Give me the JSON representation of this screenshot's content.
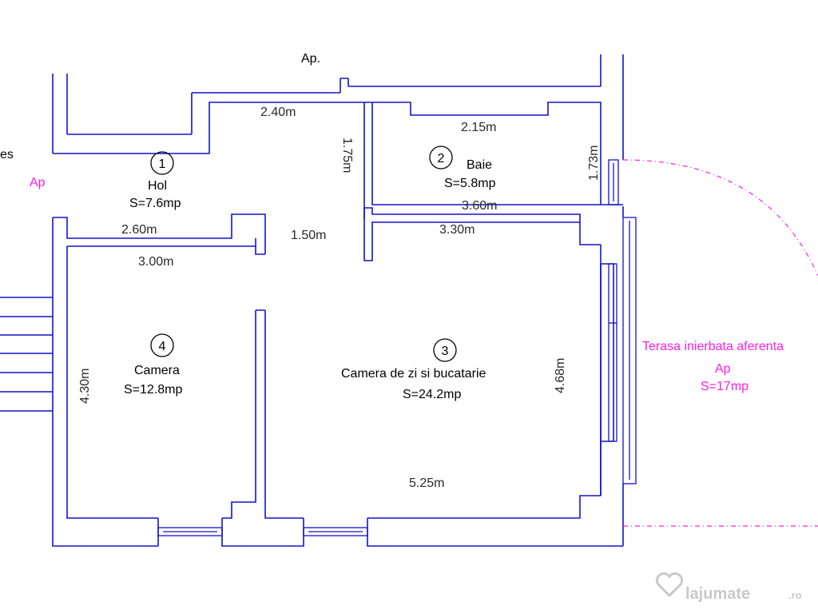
{
  "neighbors": {
    "top_apartment_label": "Ap. ",
    "left_label_fragment": "es",
    "left_apartment_label": "Ap"
  },
  "rooms": [
    {
      "number": "1",
      "name": "Hol",
      "area": "S=7.6mp"
    },
    {
      "number": "2",
      "name": "Baie",
      "area": "S=5.8mp"
    },
    {
      "number": "3",
      "name": "Camera de zi si bucatarie",
      "area": "S=24.2mp"
    },
    {
      "number": "4",
      "name": "Camera",
      "area": "S=12.8mp"
    }
  ],
  "dimensions": {
    "hol_top_width": "2.40m",
    "hol_height": "1.75m",
    "baie_top_width": "2.15m",
    "baie_height": "1.73m",
    "baie_bottom_width": "3.60m",
    "hol_bottom_width": "2.60m",
    "corridor_width": "1.50m",
    "living_top_width": "3.30m",
    "camera_top_width": "3.00m",
    "camera_height": "4.30m",
    "living_height": "4.68m",
    "living_bottom_width": "5.25m"
  },
  "terrace": {
    "title": "Terasa inierbata aferenta",
    "apartment_label": "Ap",
    "area": "S=17mp"
  },
  "watermark": {
    "text": "lajumate",
    "suffix": ".ro"
  },
  "colors": {
    "walls": "#1414c8",
    "terrace": "#ff1ee6",
    "text": "#000000"
  }
}
